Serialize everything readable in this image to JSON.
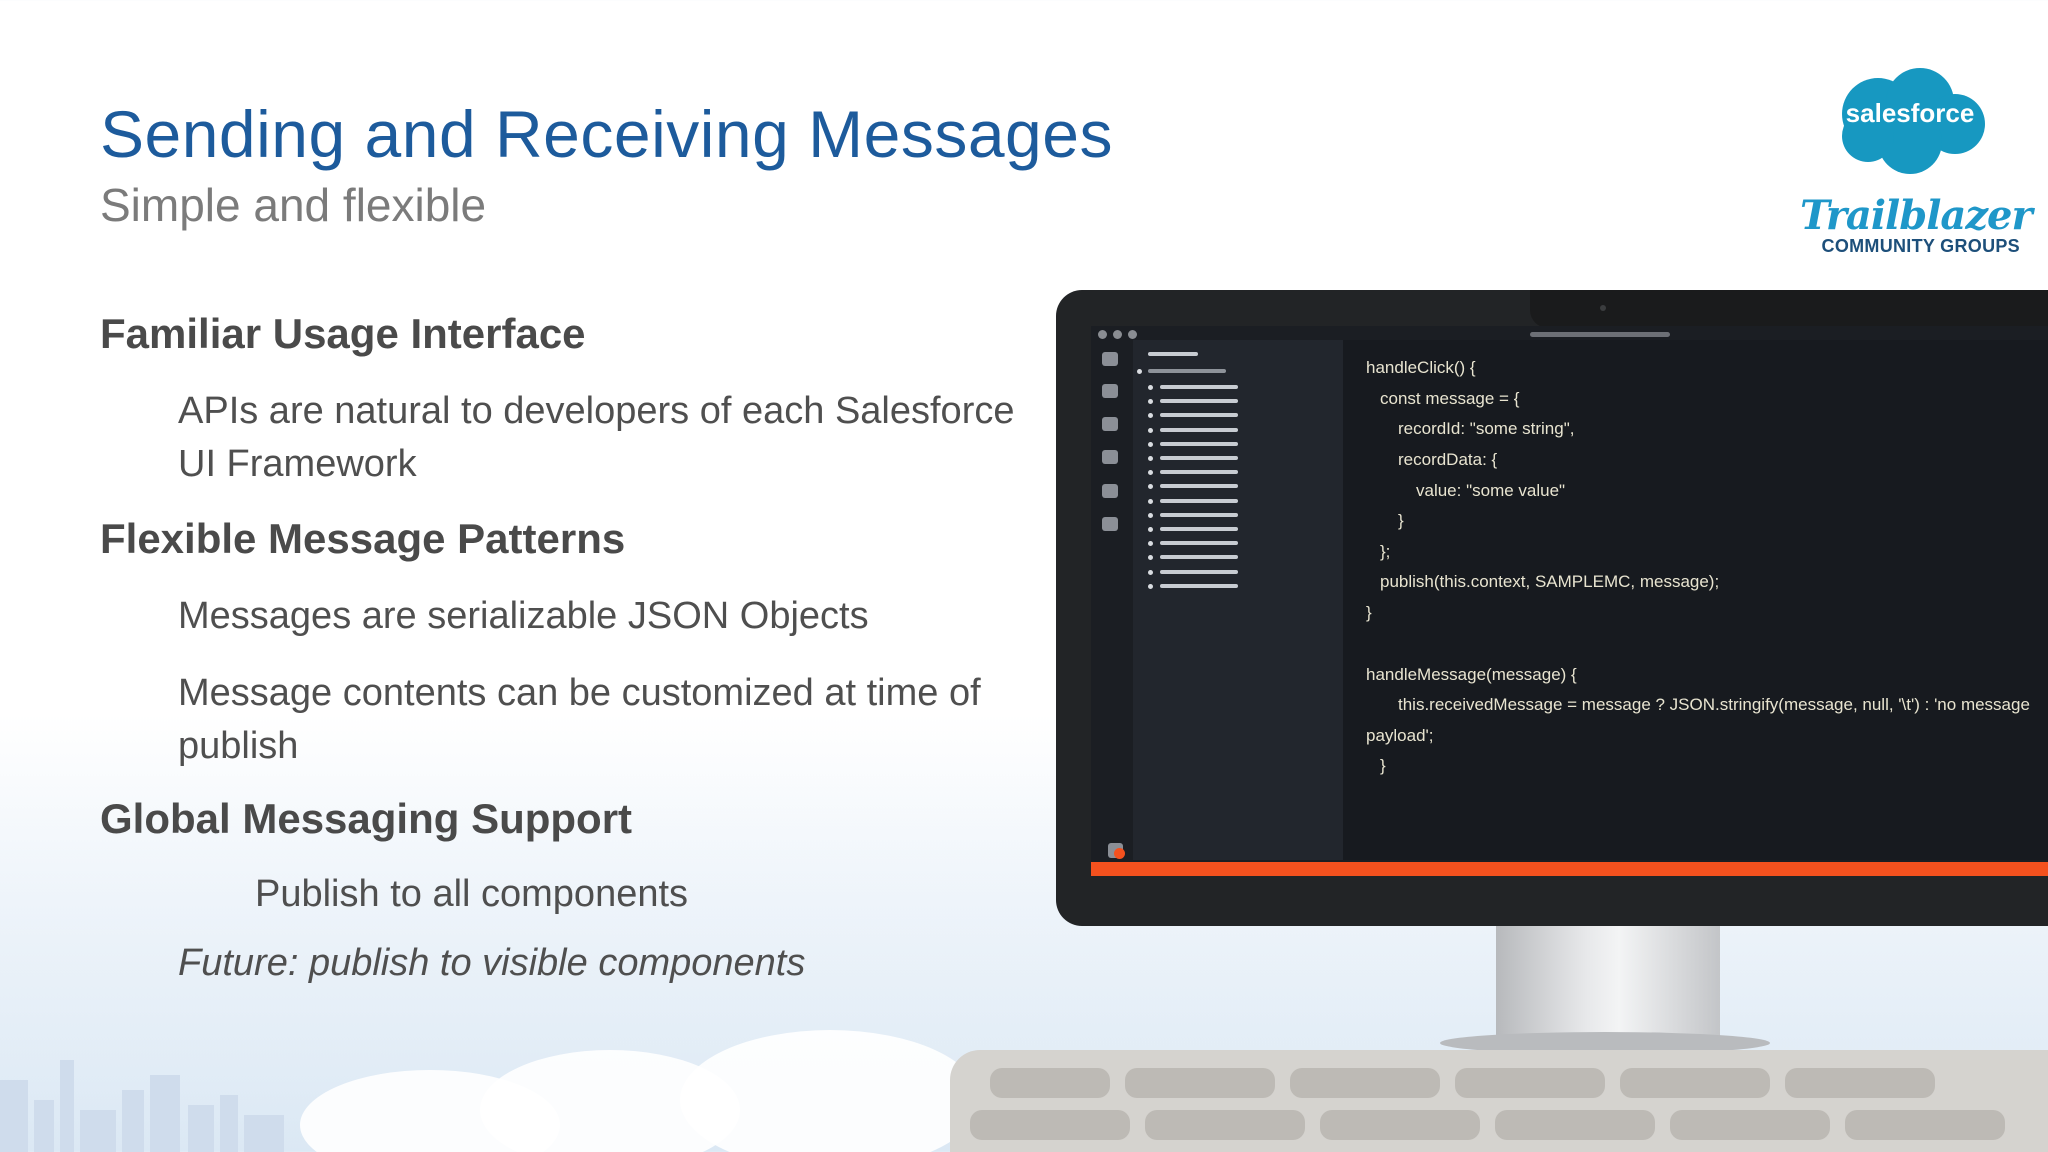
{
  "slide": {
    "title": "Sending and Receiving Messages",
    "subtitle": "Simple and flexible",
    "sections": [
      {
        "heading": "Familiar Usage Interface",
        "points": [
          "APIs are natural to developers of each Salesforce UI Framework"
        ]
      },
      {
        "heading": "Flexible Message Patterns",
        "points": [
          "Messages are serializable JSON Objects",
          "Message contents can be customized at time of publish"
        ]
      },
      {
        "heading": "Global Messaging Support",
        "points": [
          "Publish to all components",
          "Future: publish to visible components"
        ]
      }
    ]
  },
  "logo": {
    "brand": "salesforce",
    "program_title": "Trailblazer",
    "program_subtitle": "COMMUNITY GROUPS"
  },
  "code": {
    "lines": [
      "handleClick() {",
      "  const message = {",
      "    recordId: \"some string\",",
      "    recordData: {",
      "      value: \"some value\"",
      "    }",
      "  };",
      "  publish(this.context, SAMPLEMC, message);",
      "}",
      "",
      "handleMessage(message) {",
      "    this.receivedMessage = message ? JSON.stringify(message, null, '\\t') : 'no message",
      "payload';",
      "  }"
    ]
  },
  "colors": {
    "title": "#1d5b9c",
    "accent": "#f4511e",
    "brand": "#1798c1"
  }
}
